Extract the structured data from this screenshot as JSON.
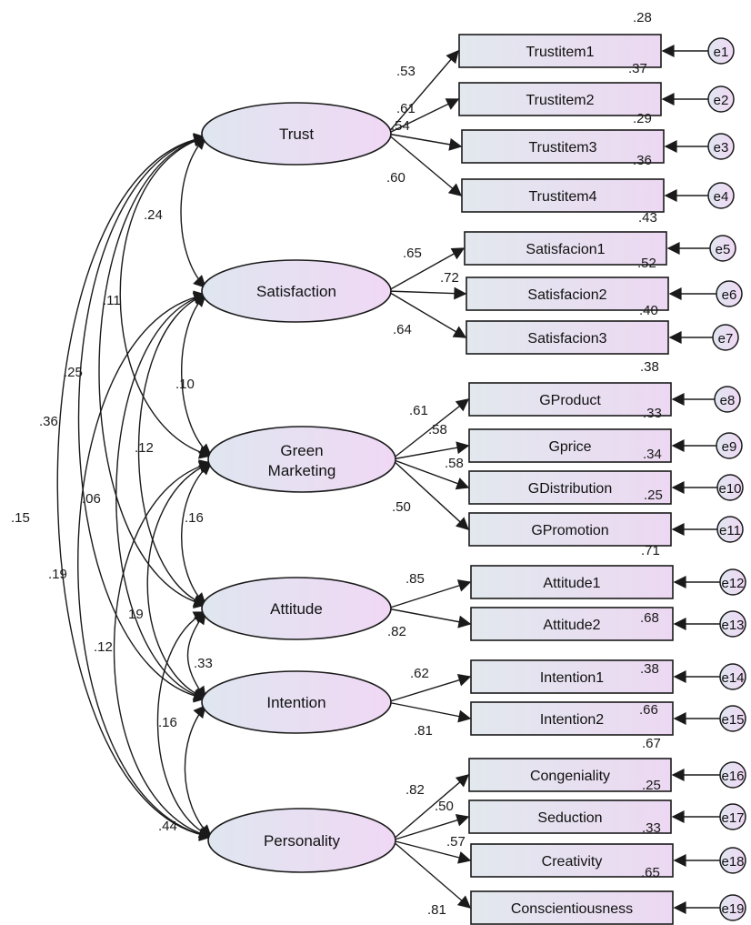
{
  "colors": {
    "ellipse_fill": "#e9dff1",
    "box_fill": "#e6e4f0",
    "stroke": "#1a1a1a"
  },
  "constructs": [
    {
      "name": "Trust"
    },
    {
      "name": "Satisfaction"
    },
    {
      "name_lines": [
        "Green",
        "Marketing"
      ]
    },
    {
      "name": "Attitude"
    },
    {
      "name": "Intention"
    },
    {
      "name": "Personality"
    }
  ],
  "indicators": [
    {
      "label": "Trustitem1",
      "loading": ".53",
      "r2": ".28",
      "error": "e1"
    },
    {
      "label": "Trustitem2",
      "loading": ".61",
      "r2": ".37",
      "error": "e2"
    },
    {
      "label": "Trustitem3",
      "loading": ".54",
      "r2": ".29",
      "error": "e3"
    },
    {
      "label": "Trustitem4",
      "loading": ".60",
      "r2": ".36",
      "error": "e4"
    },
    {
      "label": "Satisfacion1",
      "loading": ".65",
      "r2": ".43",
      "error": "e5"
    },
    {
      "label": "Satisfacion2",
      "loading": ".72",
      "r2": ".52",
      "error": "e6"
    },
    {
      "label": "Satisfacion3",
      "loading": ".64",
      "r2": ".40",
      "error": "e7"
    },
    {
      "label": "GProduct",
      "loading": ".61",
      "r2": ".38",
      "error": "e8"
    },
    {
      "label": "Gprice",
      "loading": ".58",
      "r2": ".33",
      "error": "e9"
    },
    {
      "label": "GDistribution",
      "loading": ".58",
      "r2": ".34",
      "error": "e10"
    },
    {
      "label": "GPromotion",
      "loading": ".50",
      "r2": ".25",
      "error": "e11"
    },
    {
      "label": "Attitude1",
      "loading": ".85",
      "r2": ".71",
      "error": "e12"
    },
    {
      "label": "Attitude2",
      "loading": ".82",
      "r2": ".68",
      "error": "e13"
    },
    {
      "label": "Intention1",
      "loading": ".62",
      "r2": ".38",
      "error": "e14"
    },
    {
      "label": "Intention2",
      "loading": ".81",
      "r2": ".66",
      "error": "e15"
    },
    {
      "label": "Congeniality",
      "loading": ".82",
      "r2": ".67",
      "error": "e16"
    },
    {
      "label": "Seduction",
      "loading": ".50",
      "r2": ".25",
      "error": "e17"
    },
    {
      "label": "Creativity",
      "loading": ".57",
      "r2": ".33",
      "error": "e18"
    },
    {
      "label": "Conscientiousness",
      "loading": ".81",
      "r2": ".65",
      "error": "e19"
    }
  ],
  "correlations": [
    {
      "pair": "Trust-Satisfaction",
      "value": ".24"
    },
    {
      "pair": "Trust-Green Marketing",
      "value": ".11"
    },
    {
      "pair": "Trust-Attitude",
      "value": ".25"
    },
    {
      "pair": "Trust-Intention",
      "value": ".36"
    },
    {
      "pair": "Trust-Personality",
      "value": ".15"
    },
    {
      "pair": "Satisfaction-Green Marketing",
      "value": ".10"
    },
    {
      "pair": "Satisfaction-Attitude",
      "value": ".12"
    },
    {
      "pair": "Satisfaction-Intention",
      "value": ".06"
    },
    {
      "pair": "Satisfaction-Personality",
      "value": ".19"
    },
    {
      "pair": "Green Marketing-Attitude",
      "value": ".16"
    },
    {
      "pair": "Green Marketing-Intention",
      "value": "19"
    },
    {
      "pair": "Green Marketing-Personality",
      "value": ".12"
    },
    {
      "pair": "Attitude-Intention",
      "value": ".33"
    },
    {
      "pair": "Attitude-Personality",
      "value": ".16"
    },
    {
      "pair": "Intention-Personality",
      "value": ".44"
    }
  ]
}
